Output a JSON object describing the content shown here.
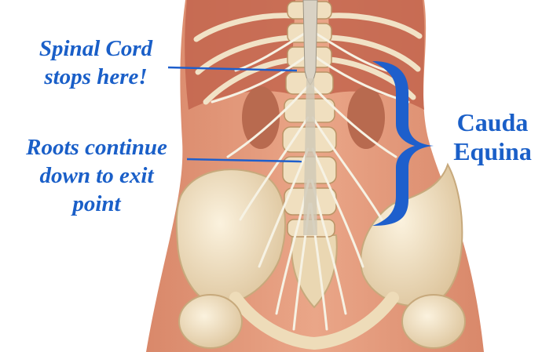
{
  "labels": {
    "spinal_cord": [
      "Spinal Cord",
      "stops here!"
    ],
    "roots": [
      "Roots continue",
      "down to exit",
      "point"
    ],
    "cauda_equina": [
      "Cauda",
      "Equina"
    ]
  },
  "colors": {
    "label_text": "#1a5fc8",
    "pointer_line": "#1e5fcc",
    "brace": "#1e5fcc",
    "skin": "#e39a78",
    "muscle": "#c96f56",
    "bone": "#f2e4c4",
    "nerve": "#f4f1e4"
  }
}
